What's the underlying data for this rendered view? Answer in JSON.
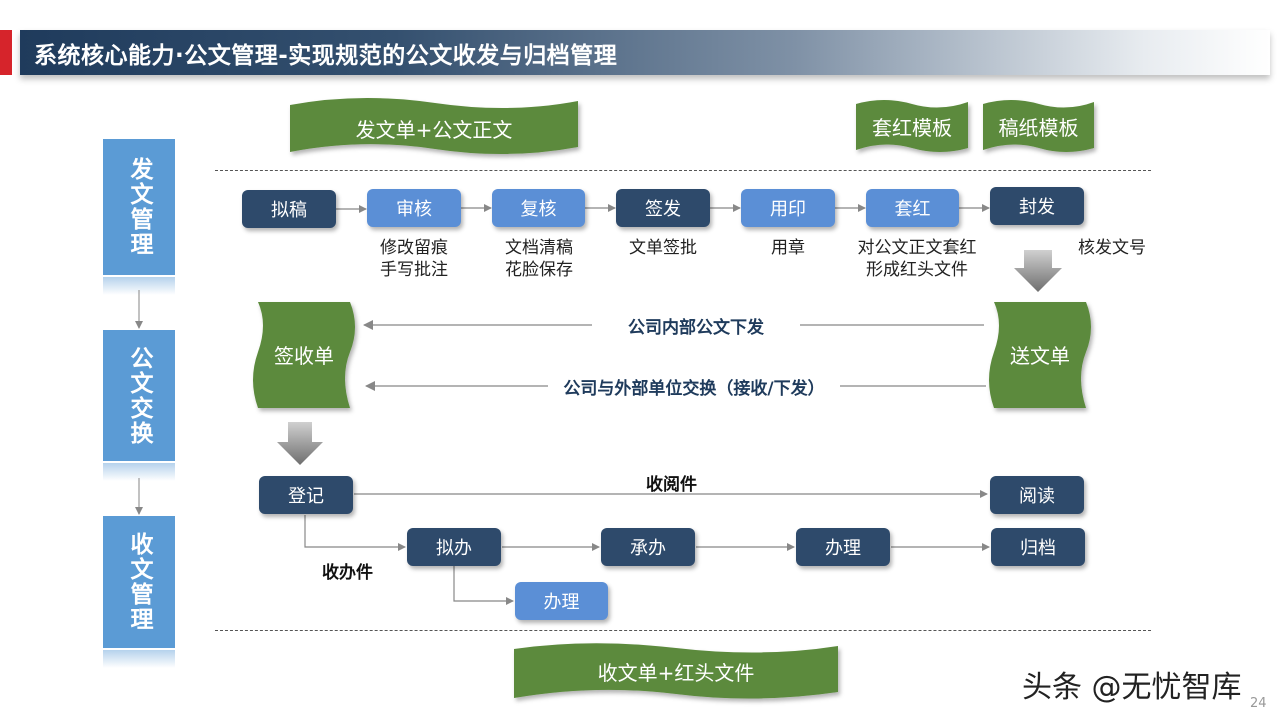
{
  "title": "系统核心能力·公文管理-实现规范的公文收发与归档管理",
  "side_labels": [
    "发文管理",
    "公文交换",
    "收文管理"
  ],
  "top_docs": {
    "send_doc": "发文单+公文正文",
    "red_template": "套红模板",
    "paper_template": "稿纸模板"
  },
  "send_flow": [
    {
      "label": "拟稿",
      "note": ""
    },
    {
      "label": "审核",
      "note": "修改留痕\n手写批注"
    },
    {
      "label": "复核",
      "note": "文档清稿\n花脸保存"
    },
    {
      "label": "签发",
      "note": "文单签批"
    },
    {
      "label": "用印",
      "note": "用章"
    },
    {
      "label": "套红",
      "note": "对公文正文套红\n形成红头文件"
    },
    {
      "label": "封发",
      "note": "核发文号"
    }
  ],
  "exchange": {
    "sign_receipt": "签收单",
    "send_sheet": "送文单",
    "internal": "公司内部公文下发",
    "external": "公司与外部单位交换（接收/下发）"
  },
  "receive": {
    "register": "登记",
    "read_item_label": "收阅件",
    "read": "阅读",
    "handle_item_label": "收办件",
    "draft_handle": "拟办",
    "undertake": "承办",
    "process": "办理",
    "archive": "归档",
    "process2": "办理"
  },
  "bottom_doc": "收文单+红头文件",
  "watermark": "头条 @无忧智库",
  "page_number": "24",
  "colors": {
    "dark_box": "#2e4a6b",
    "blue_box": "#5b8fd6",
    "green_wave": "#5b8a3c",
    "side": "#5b9bd5",
    "accent_red": "#d6242b"
  }
}
